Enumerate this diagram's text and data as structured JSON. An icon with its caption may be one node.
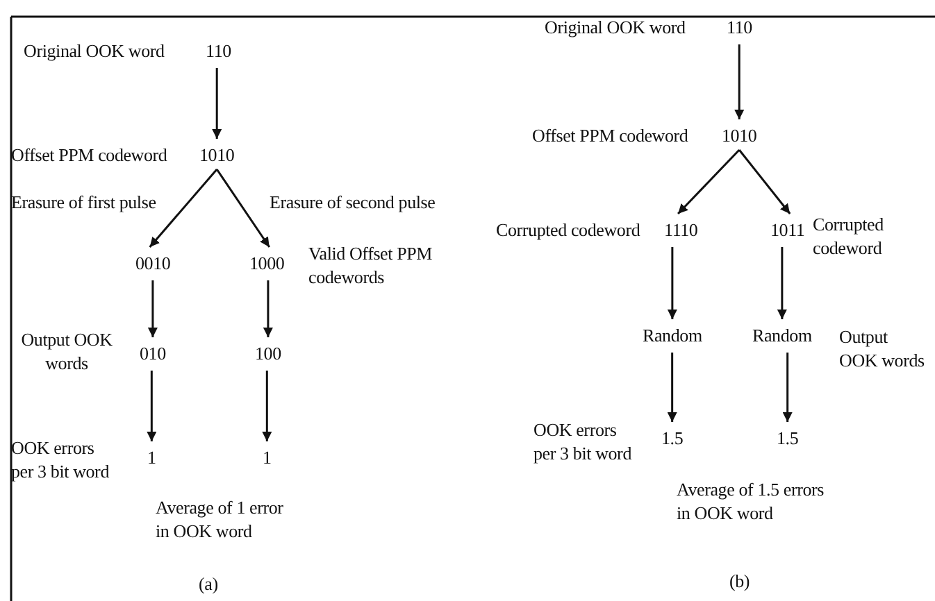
{
  "diagram": {
    "nodes": [
      {
        "text": [
          "110"
        ]
      },
      {
        "text": [
          "1010"
        ]
      },
      {
        "text": [
          "0010"
        ]
      },
      {
        "text": [
          "1000"
        ]
      },
      {
        "text": [
          "010"
        ]
      },
      {
        "text": [
          "100"
        ]
      },
      {
        "text": [
          "1"
        ]
      },
      {
        "text": [
          "1"
        ]
      },
      {
        "text": [
          "110"
        ]
      },
      {
        "text": [
          "1010"
        ]
      },
      {
        "text": [
          "1110"
        ]
      },
      {
        "text": [
          "1011"
        ]
      },
      {
        "text": [
          "Random"
        ]
      },
      {
        "text": [
          "Random"
        ]
      },
      {
        "text": [
          "1.5"
        ]
      },
      {
        "text": [
          "1.5"
        ]
      }
    ],
    "edges": [
      {
        "from": 0,
        "to": 1,
        "arrow": "to"
      },
      {
        "from": 1,
        "to": 2,
        "arrow": "to"
      },
      {
        "from": 1,
        "to": 3,
        "arrow": "to"
      },
      {
        "from": 2,
        "to": 4,
        "arrow": "to"
      },
      {
        "from": 3,
        "to": 5,
        "arrow": "to"
      },
      {
        "from": 4,
        "to": 6,
        "arrow": "to"
      },
      {
        "from": 5,
        "to": 7,
        "arrow": "to"
      },
      {
        "from": 8,
        "to": 9,
        "arrow": "to"
      },
      {
        "from": 9,
        "to": 10,
        "arrow": "to"
      },
      {
        "from": 9,
        "to": 11,
        "arrow": "to"
      },
      {
        "from": 10,
        "to": 12,
        "arrow": "to"
      },
      {
        "from": 11,
        "to": 13,
        "arrow": "to"
      },
      {
        "from": 12,
        "to": 14,
        "arrow": "to"
      },
      {
        "from": 13,
        "to": 15,
        "arrow": "to"
      }
    ],
    "labels": [
      "Original OOK word",
      "Offset PPM codeword",
      "Erasure of first pulse",
      "Erasure of second pulse",
      "Valid Offset PPM codewords",
      "Output OOK words",
      "OOK errors per 3 bit word",
      "Average of 1 error in OOK word",
      "(a)",
      "Original OOK word",
      "Offset PPM codeword",
      "Corrupted codeword",
      "Corrupted codeword",
      "Output OOK words",
      "OOK errors per 3 bit word",
      "Average of 1.5 errors in OOK word",
      "(b)"
    ]
  }
}
